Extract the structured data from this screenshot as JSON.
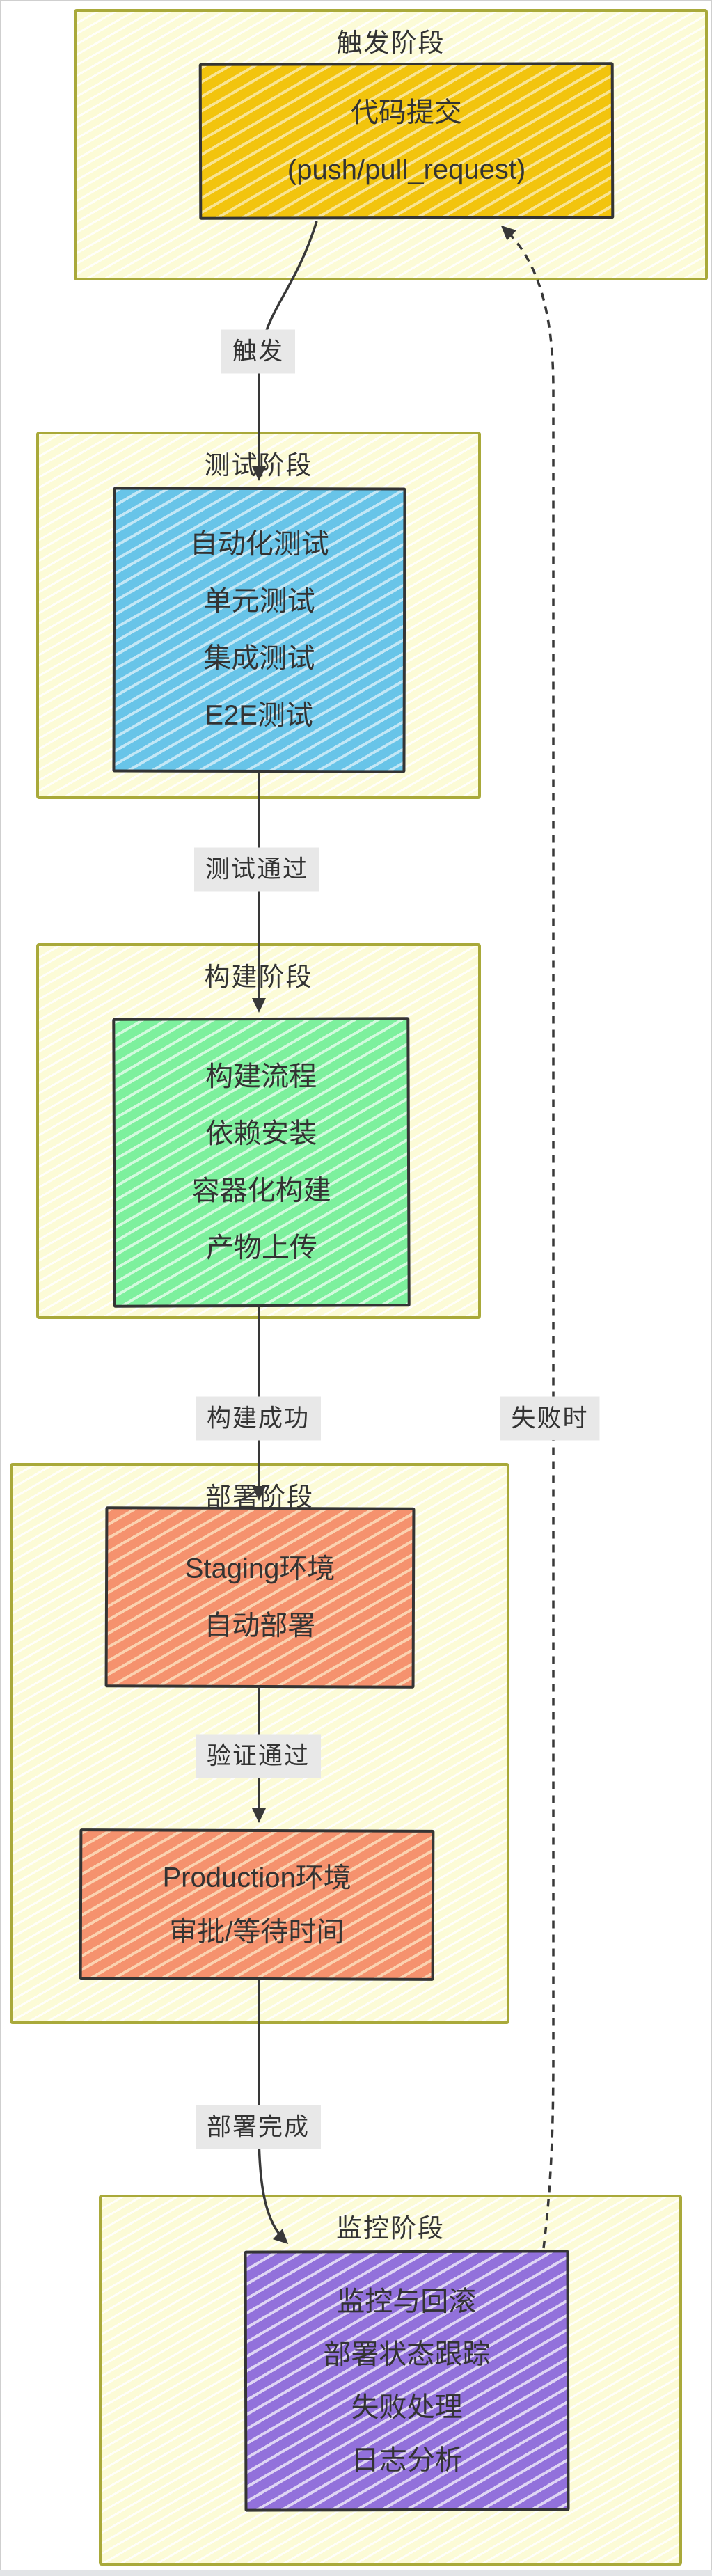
{
  "diagram": {
    "kind": "flowchart-hand-drawn",
    "colors": {
      "stage_fill": "#fcfbd7",
      "stage_border": "#a9a93a",
      "node_border": "#343434",
      "gold": "#f2c40e",
      "blue": "#68c4e8",
      "green": "#7df09d",
      "orange": "#f5926e",
      "purple": "#9271db",
      "edge": "#383838",
      "label_bg": "#e8e8e8",
      "text": "#333333"
    }
  },
  "stages": [
    {
      "title": "触发阶段",
      "nodes": [
        {
          "lines": [
            "代码提交",
            "(push/pull_request)"
          ]
        }
      ]
    },
    {
      "title": "测试阶段",
      "nodes": [
        {
          "lines": [
            "自动化测试",
            "单元测试",
            "集成测试",
            "E2E测试"
          ]
        }
      ]
    },
    {
      "title": "构建阶段",
      "nodes": [
        {
          "lines": [
            "构建流程",
            "依赖安装",
            "容器化构建",
            "产物上传"
          ]
        }
      ]
    },
    {
      "title": "部署阶段",
      "nodes": [
        {
          "lines": [
            "Staging环境",
            "自动部署"
          ]
        },
        {
          "lines": [
            "Production环境",
            "审批/等待时间"
          ]
        }
      ]
    },
    {
      "title": "监控阶段",
      "nodes": [
        {
          "lines": [
            "监控与回滚",
            "部署状态跟踪",
            "失败处理",
            "日志分析"
          ]
        }
      ]
    }
  ],
  "edges": [
    {
      "label": "触发",
      "style": "solid"
    },
    {
      "label": "测试通过",
      "style": "solid"
    },
    {
      "label": "构建成功",
      "style": "solid"
    },
    {
      "label": "验证通过",
      "style": "solid"
    },
    {
      "label": "部署完成",
      "style": "solid"
    },
    {
      "label": "失败时",
      "style": "dashed"
    }
  ]
}
